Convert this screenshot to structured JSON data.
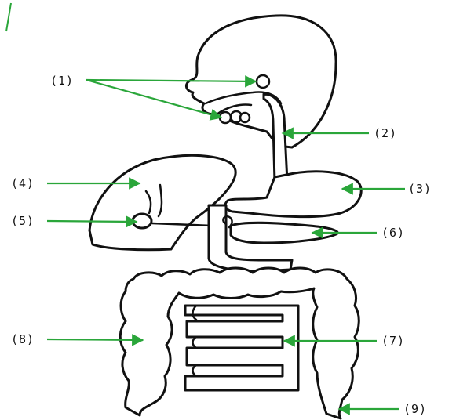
{
  "colors": {
    "arrow": "#2aa63a",
    "outline": "#111111",
    "background": "#ffffff"
  },
  "labels": {
    "l1": "(1)",
    "l2": "(2)",
    "l3": "(3)",
    "l4": "(4)",
    "l5": "(5)",
    "l6": "(6)",
    "l7": "(7)",
    "l8": "(8)",
    "l9": "(9)"
  }
}
